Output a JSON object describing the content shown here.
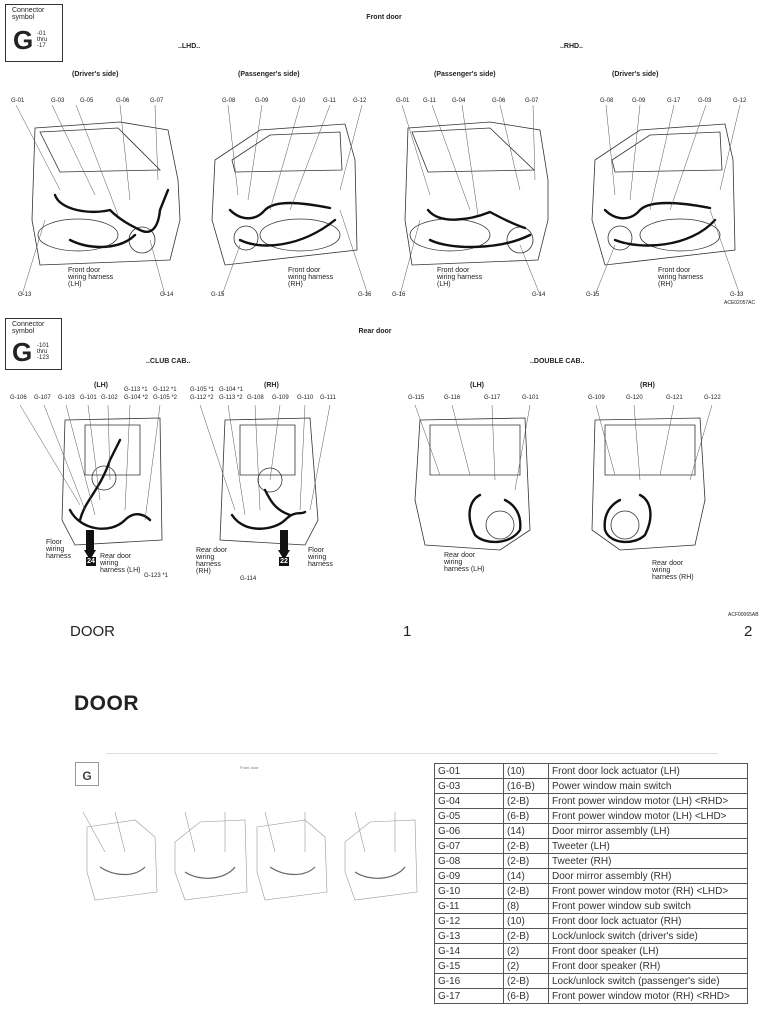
{
  "front": {
    "section_title": "Front door",
    "connector_label": "Connector symbol",
    "connector_letter": "G",
    "connector_range": "-01 thru -17",
    "lhd_label": "LHD",
    "rhd_label": "RHD",
    "panel_titles": [
      "(Driver's side)",
      "(Passenger's side)",
      "(Passenger's side)",
      "(Driver's side)"
    ],
    "panel_labels": [
      [
        "G-01",
        "G-03",
        "G-05",
        "G-06",
        "G-07"
      ],
      [
        "G-08",
        "G-09",
        "G-10",
        "G-11",
        "G-12"
      ],
      [
        "G-01",
        "G-11",
        "G-04",
        "G-06",
        "G-07"
      ],
      [
        "G-08",
        "G-09",
        "G-17",
        "G-03",
        "G-12"
      ]
    ],
    "bottom_labels": [
      [
        "G-13",
        "G-14"
      ],
      [
        "G-15",
        "G-16"
      ],
      [
        "G-16",
        "G-14"
      ],
      [
        "G-15",
        "G-13"
      ]
    ],
    "harness_labels": [
      "Front door wiring harness (LH)",
      "Front door wiring harness (RH)",
      "Front door wiring harness (LH)",
      "Front door wiring harness (RH)"
    ],
    "code": "ACE02057AC"
  },
  "rear": {
    "section_title": "Rear door",
    "connector_label": "Connector symbol",
    "connector_letter": "G",
    "connector_range": "-101 thru -123",
    "club_label": "CLUB CAB",
    "double_label": "DOUBLE CAB",
    "lh": "(LH)",
    "rh": "(RH)",
    "club_lh_labels": [
      "G-106",
      "G-107",
      "G-103",
      "G-101",
      "G-102"
    ],
    "club_lh_star_labels": [
      "G-104 *2",
      "G-113 *1",
      "G-112 *1",
      "G-105 *2"
    ],
    "club_rh_star_labels": [
      "G-105 *1",
      "G-112 *2",
      "G-104 *1",
      "G-113 *2"
    ],
    "club_rh_labels": [
      "G-108",
      "G-109",
      "G-110",
      "G-111"
    ],
    "double_lh_labels": [
      "G-115",
      "G-116",
      "G-117",
      "G-101"
    ],
    "double_rh_labels": [
      "G-109",
      "G-120",
      "G-121",
      "G-122"
    ],
    "floor_harness": "Floor wiring harness",
    "rear_harness_lh": "Rear door wiring harness (LH)",
    "rear_harness_rh": "Rear door wiring harness (RH)",
    "g123": "G-123 *1",
    "g114": "G-114",
    "marker_24": "24",
    "marker_22": "22",
    "code": "ACF00065AB"
  },
  "footer": {
    "title": "DOOR",
    "page1": "1",
    "page2": "2"
  },
  "page2_title": "DOOR",
  "thumb": {
    "letter": "G",
    "title": "Front door"
  },
  "connector_table": [
    {
      "id": "G-01",
      "pins": "(10)",
      "desc": "Front door lock actuator (LH)"
    },
    {
      "id": "G-03",
      "pins": "(16-B)",
      "desc": "Power window main switch"
    },
    {
      "id": "G-04",
      "pins": "(2-B)",
      "desc": "Front power window motor (LH) <RHD>"
    },
    {
      "id": "G-05",
      "pins": "(6-B)",
      "desc": "Front power window motor (LH) <LHD>"
    },
    {
      "id": "G-06",
      "pins": "(14)",
      "desc": "Door mirror assembly (LH)"
    },
    {
      "id": "G-07",
      "pins": "(2-B)",
      "desc": "Tweeter (LH)"
    },
    {
      "id": "G-08",
      "pins": "(2-B)",
      "desc": "Tweeter (RH)"
    },
    {
      "id": "G-09",
      "pins": "(14)",
      "desc": "Door mirror assembly (RH)"
    },
    {
      "id": "G-10",
      "pins": "(2-B)",
      "desc": "Front power window motor (RH) <LHD>"
    },
    {
      "id": "G-11",
      "pins": "(8)",
      "desc": "Front power window sub switch"
    },
    {
      "id": "G-12",
      "pins": "(10)",
      "desc": "Front door lock actuator (RH)"
    },
    {
      "id": "G-13",
      "pins": "(2-B)",
      "desc": "Lock/unlock switch (driver's side)"
    },
    {
      "id": "G-14",
      "pins": "(2)",
      "desc": "Front door speaker (LH)"
    },
    {
      "id": "G-15",
      "pins": "(2)",
      "desc": "Front door speaker (RH)"
    },
    {
      "id": "G-16",
      "pins": "(2-B)",
      "desc": "Lock/unlock switch (passenger's side)"
    },
    {
      "id": "G-17",
      "pins": "(6-B)",
      "desc": "Front power window motor (RH) <RHD>"
    }
  ]
}
